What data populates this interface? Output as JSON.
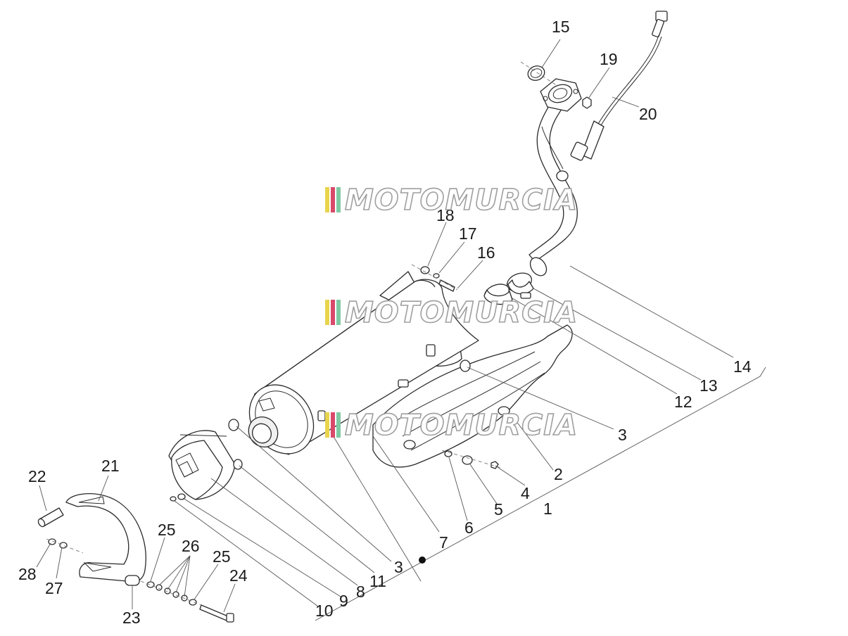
{
  "callouts": {
    "c1": "1",
    "c2": "2",
    "c3a": "3",
    "c3b": "3",
    "c4": "4",
    "c5": "5",
    "c6": "6",
    "c7": "7",
    "c8": "8",
    "c9": "9",
    "c10": "10",
    "c11": "11",
    "c12": "12",
    "c13": "13",
    "c14": "14",
    "c15": "15",
    "c16": "16",
    "c17": "17",
    "c18": "18",
    "c19": "19",
    "c20": "20",
    "c21": "21",
    "c22": "22",
    "c23": "23",
    "c24": "24",
    "c25a": "25",
    "c25b": "25",
    "c26": "26",
    "c27": "27",
    "c28": "28"
  },
  "watermark": {
    "text": "MOTOMURCIA",
    "stripe_colors": [
      "#e8d44d",
      "#d94a6a",
      "#7fc9a3"
    ]
  }
}
